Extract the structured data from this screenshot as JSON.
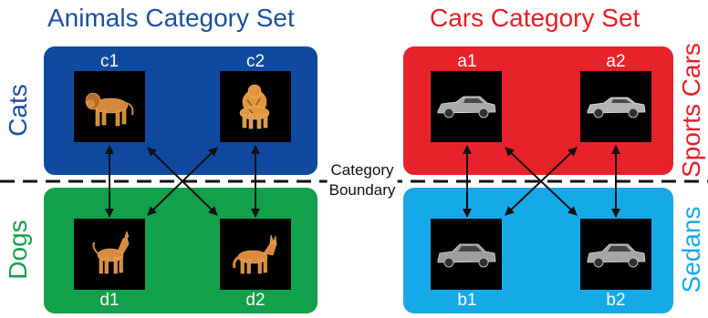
{
  "colors": {
    "animals_title": "#1a4f9c",
    "cats_panel": "#0f4aa0",
    "dogs_panel": "#12a04a",
    "cars_title": "#e21f27",
    "sports_panel": "#e8222a",
    "sedans_panel": "#16a9e8"
  },
  "animals": {
    "title": "Animals Category Set",
    "top_label": "Cats",
    "bottom_label": "Dogs",
    "top_items": [
      {
        "label": "c1",
        "icon": "lion-icon"
      },
      {
        "label": "c2",
        "icon": "tiger-icon"
      }
    ],
    "bottom_items": [
      {
        "label": "d1",
        "icon": "dog-icon"
      },
      {
        "label": "d2",
        "icon": "dog-icon"
      }
    ]
  },
  "cars": {
    "title": "Cars Category Set",
    "top_label": "Sports Cars",
    "bottom_label": "Sedans",
    "top_items": [
      {
        "label": "a1",
        "icon": "car-icon"
      },
      {
        "label": "a2",
        "icon": "car-icon"
      }
    ],
    "bottom_items": [
      {
        "label": "b1",
        "icon": "car-icon"
      },
      {
        "label": "b2",
        "icon": "car-icon"
      }
    ]
  },
  "boundary": {
    "line1": "Category",
    "line2": "Boundary"
  }
}
